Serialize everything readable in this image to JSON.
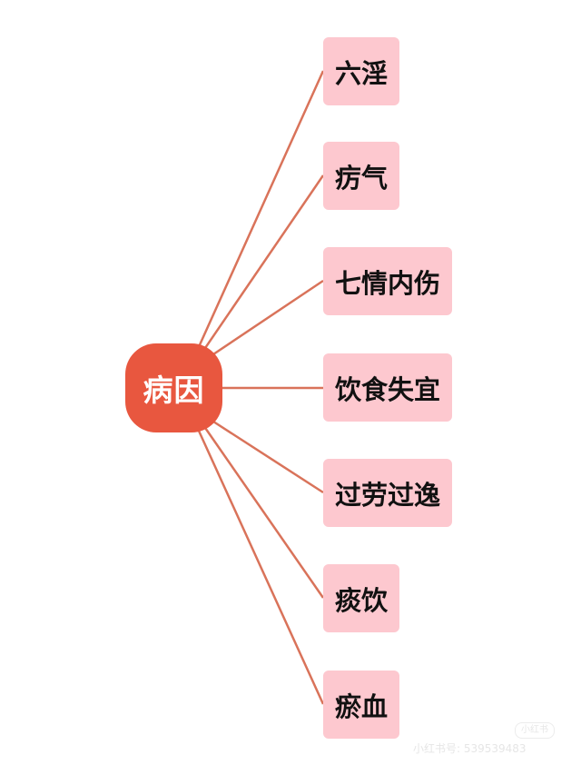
{
  "diagram": {
    "type": "mind-map",
    "root": {
      "label": "病因",
      "color": "#e8573f"
    },
    "branch_color": "#d9735a",
    "node_color": "#fdc8cf",
    "children": [
      {
        "label": "六淫"
      },
      {
        "label": "疠气"
      },
      {
        "label": "七情内伤"
      },
      {
        "label": "饮食失宜"
      },
      {
        "label": "过劳过逸"
      },
      {
        "label": "痰饮"
      },
      {
        "label": "瘀血"
      }
    ]
  },
  "watermark": {
    "text": "小红书号: 539539483",
    "badge": "小红书"
  }
}
